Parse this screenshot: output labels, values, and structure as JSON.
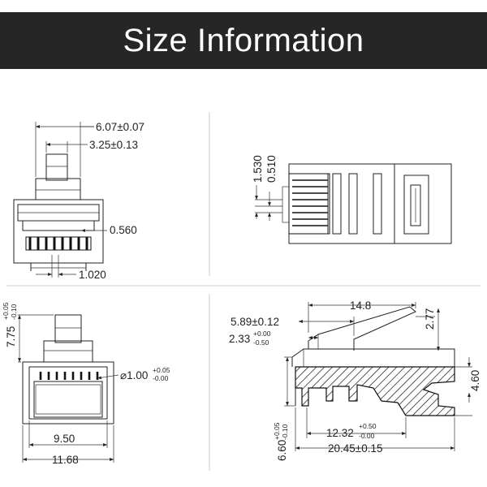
{
  "header": {
    "title": "Size Information",
    "background": "#262626",
    "text_color": "#ffffff"
  },
  "dimensions": {
    "top_left": {
      "width_a": "6.07±0.07",
      "width_b": "3.25±0.13",
      "pin_width": "0.560",
      "pitch": "1.020"
    },
    "top_right": {
      "dim_a": "1.530",
      "dim_b": "0.510"
    },
    "bottom_left": {
      "height_main": "7.75",
      "height_tol_plus": "+0.05",
      "height_tol_minus": "-0.10",
      "hole_dia": "⌀1.00",
      "hole_tol_plus": "+0.05",
      "hole_tol_minus": "-0.00",
      "inner_width": "9.50",
      "outer_width": "11.68"
    },
    "bottom_right": {
      "top_length": "14.8",
      "latch_offset": "5.89±0.12",
      "step_main": "2.33",
      "step_tol_plus": "+0.00",
      "step_tol_minus": "-0.50",
      "latch_height": "2.77",
      "body_height": "4.60",
      "overall_height": "6.60",
      "overall_tol_plus": "+0.05",
      "overall_tol_minus": "-0.10",
      "inner_length": "12.32",
      "inner_tol_plus": "+0.50",
      "inner_tol_minus": "-0.00",
      "overall_length": "20.45±0.15"
    }
  }
}
